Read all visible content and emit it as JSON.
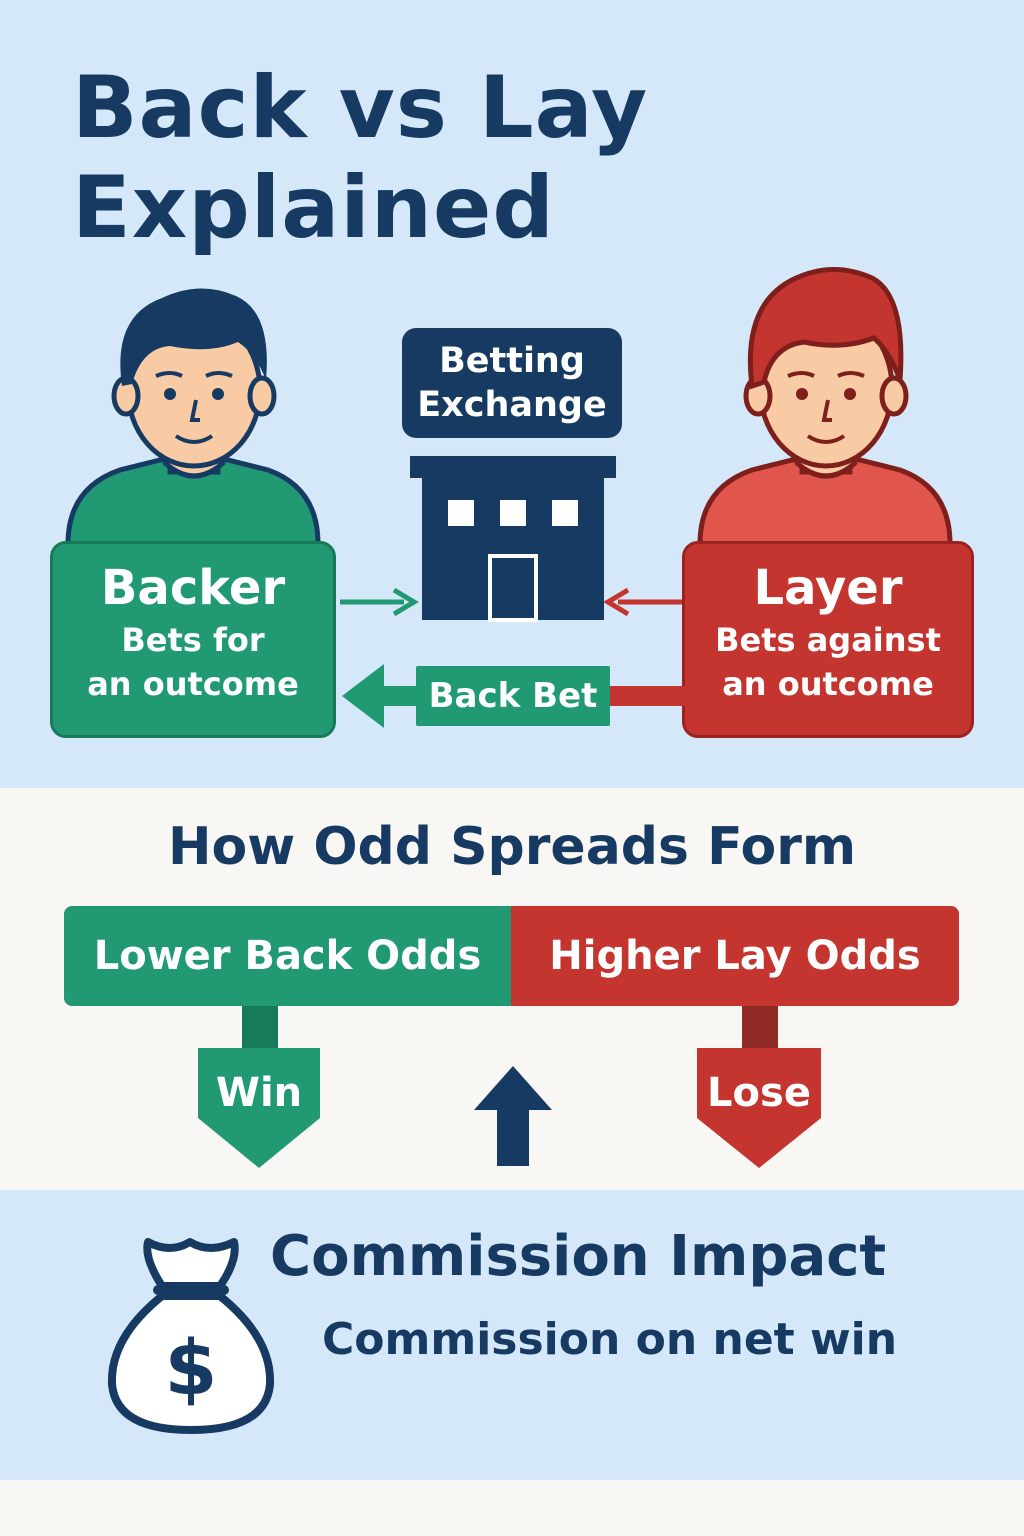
{
  "title": {
    "line1": "Back vs Lay",
    "line2": "Explained"
  },
  "exchange": {
    "line1": "Betting",
    "line2": "Exchange"
  },
  "backer": {
    "title": "Backer",
    "desc_line1": "Bets for",
    "desc_line2": "an outcome"
  },
  "layer": {
    "title": "Layer",
    "desc_line1": "Bets against",
    "desc_line2": "an outcome"
  },
  "back_bet": {
    "label": "Back Bet"
  },
  "spreads": {
    "heading": "How Odd Spreads Form",
    "left_label": "Lower Back Odds",
    "right_label": "Higher Lay Odds",
    "win_label": "Win",
    "lose_label": "Lose"
  },
  "commission": {
    "title": "Commission Impact",
    "desc": "Commission on net win",
    "icon": "money-bag-dollar-icon"
  },
  "colors": {
    "navy": "#173a63",
    "green": "#219a74",
    "red": "#c4352f",
    "light_blue": "#d5e8f9",
    "off_white": "#f8f7f3"
  }
}
